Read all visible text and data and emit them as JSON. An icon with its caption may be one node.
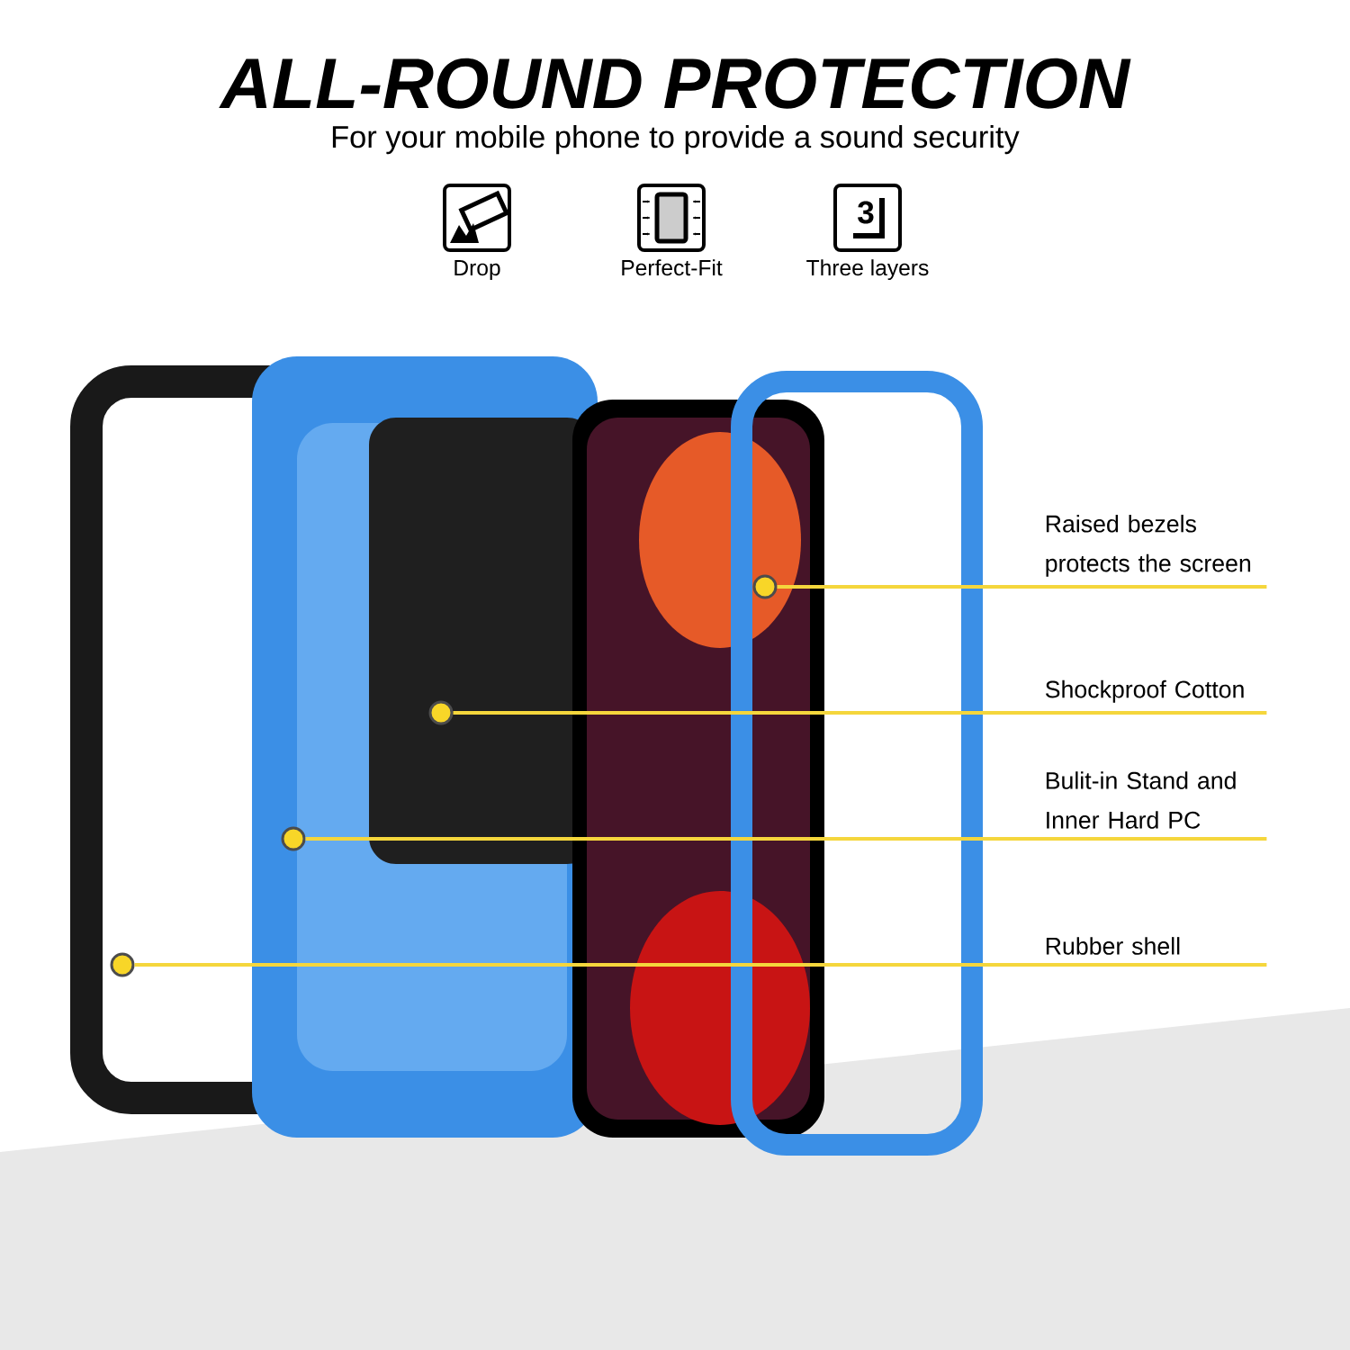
{
  "diagram": {
    "title": "ALL-ROUND PROTECTION",
    "nodes": [
      {
        "text": [
          "Raised bezels protects the screen"
        ]
      },
      {
        "text": [
          "Shockproof Cotton"
        ]
      },
      {
        "text": [
          "Bulit-in Stand and Inner Hard PC"
        ]
      },
      {
        "text": [
          "Rubber shell"
        ]
      },
      {
        "text": [],
        "shape": "circle"
      },
      {
        "text": [],
        "shape": "circle"
      },
      {
        "text": [],
        "shape": "circle"
      },
      {
        "text": [],
        "shape": "circle"
      }
    ],
    "edges": [
      {
        "from": 0,
        "to": 4,
        "arrow": "none"
      },
      {
        "from": 1,
        "to": 5,
        "arrow": "none"
      },
      {
        "from": 2,
        "to": 6,
        "arrow": "none"
      },
      {
        "from": 3,
        "to": 7,
        "arrow": "none"
      }
    ],
    "labels": [
      "For your mobile phone to provide a sound security",
      "3",
      "Drop",
      "Perfect-Fit",
      "Three layers"
    ]
  }
}
